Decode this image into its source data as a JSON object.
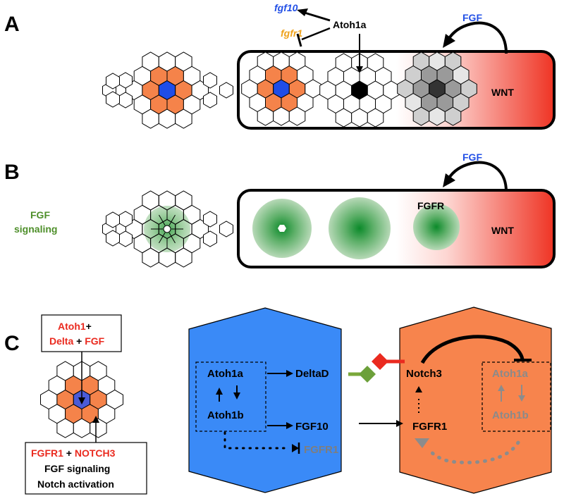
{
  "colors": {
    "orange": "#f5834a",
    "blue": "#1f4de8",
    "cell_blue": "#3a8af7",
    "cell_orange": "#f7844d",
    "red": "#ea2a1f",
    "green": "#4e8f2a",
    "fgf_blue": "#2350e6",
    "fgfr1_orange": "#eea21c",
    "grey": "#8c8c8c"
  },
  "panels": {
    "A": {
      "letter": "A",
      "fgf10": "fgf10",
      "fgfr1": "fgfr1",
      "atoh1a": "Atoh1a",
      "fgf": "FGF",
      "wnt": "WNT"
    },
    "B": {
      "letter": "B",
      "fgf_signaling_line1": "FGF",
      "fgf_signaling_line2": "signaling",
      "fgf": "FGF",
      "fgfr": "FGFR",
      "wnt": "WNT"
    },
    "C": {
      "letter": "C",
      "top_box": {
        "atoh1": "Atoh1",
        "plus1": "+",
        "delta": "Delta",
        "plus2": " + ",
        "fgf": "FGF"
      },
      "bottom_box": {
        "fgfr1": "FGFR1",
        "plus": " + ",
        "notch3": "NOTCH3",
        "line2": "FGF signaling",
        "line3": "Notch activation"
      },
      "blue_cell": {
        "atoh1a": "Atoh1a",
        "atoh1b": "Atoh1b",
        "deltad": "DeltaD",
        "fgf10": "FGF10",
        "fgfr1": "FGFR1"
      },
      "orange_cell": {
        "notch3": "Notch3",
        "fgfr1": "FGFR1",
        "atoh1a": "Atoh1a",
        "atoh1b": "Atoh1b"
      }
    }
  }
}
